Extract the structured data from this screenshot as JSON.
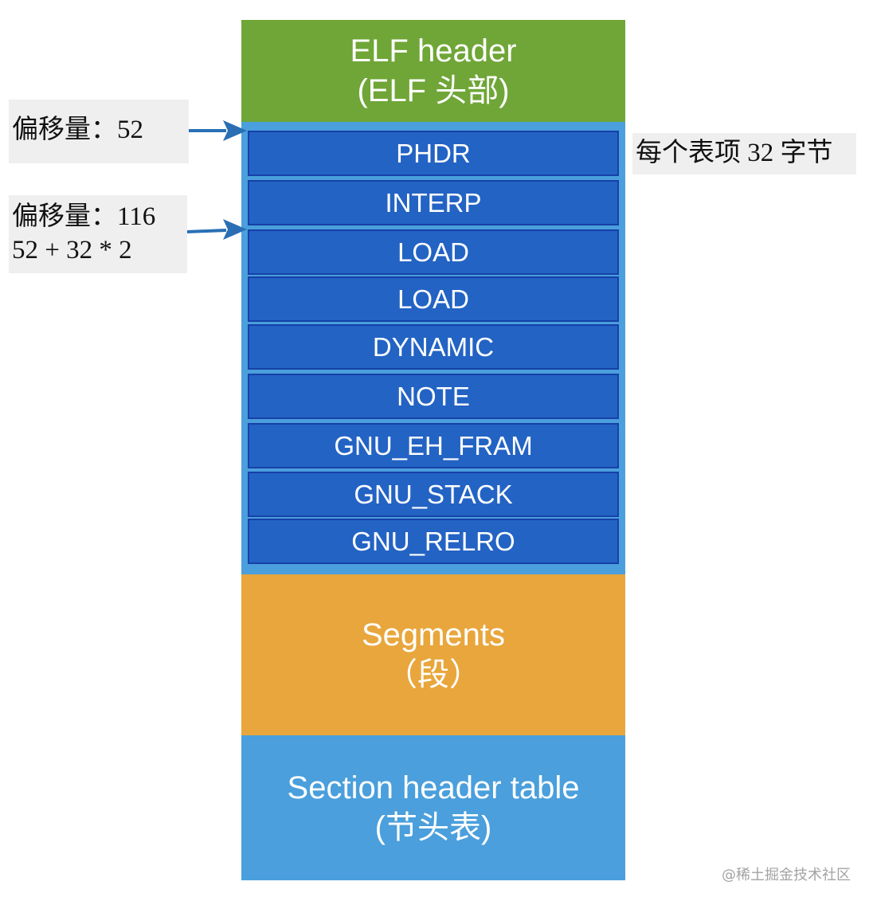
{
  "elf_header": {
    "title": "ELF header",
    "subtitle": "(ELF 头部)"
  },
  "program_header_entries": [
    "PHDR",
    "INTERP",
    "LOAD",
    "LOAD",
    "DYNAMIC",
    "NOTE",
    "GNU_EH_FRAM",
    "GNU_STACK",
    "GNU_RELRO"
  ],
  "segments": {
    "title": "Segments",
    "subtitle": "（段）"
  },
  "section_header_table": {
    "title": "Section header table",
    "subtitle": "(节头表)"
  },
  "annotations": {
    "offset_52": "偏移量：52",
    "offset_116": "偏移量：116",
    "offset_116_formula": "52 + 32 * 2",
    "entry_size": "每个表项 32 字节"
  },
  "watermark": "@稀土掘金技术社区",
  "colors": {
    "elf_header": "#6fa637",
    "program_header_table": "#4a9fdc",
    "entry_fill": "#2363c4",
    "entry_border": "#1641a8",
    "segments": "#e8a63c",
    "section_header_table": "#4a9fdc",
    "arrow": "#2a6fb3",
    "annotation_bg": "#efefef"
  },
  "icons": {
    "arrow_to_phdr": "arrow-right-icon",
    "arrow_to_load": "arrow-right-icon"
  }
}
